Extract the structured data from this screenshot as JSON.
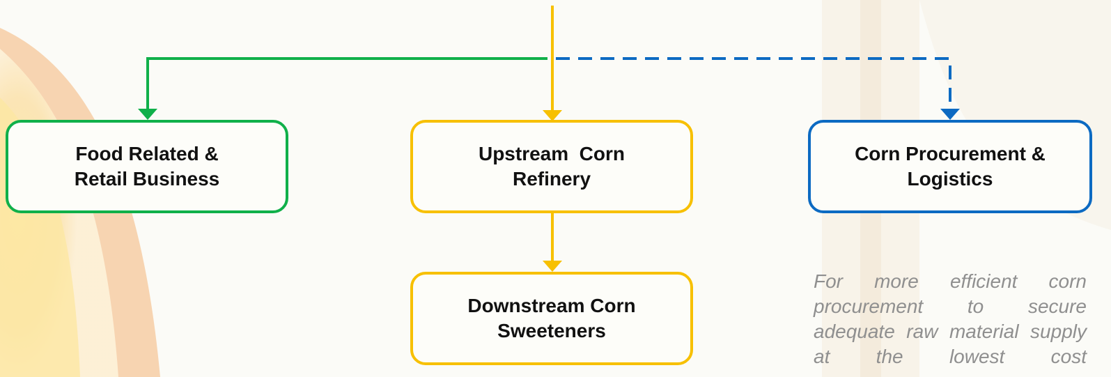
{
  "colors": {
    "green": "#10b04a",
    "yellow": "#f7c000",
    "blue": "#0c6ac2"
  },
  "nodes": {
    "food": {
      "line1": "Food Related &",
      "line2": "Retail Business"
    },
    "upstream": {
      "line1": "Upstream  Corn",
      "line2": "Refinery"
    },
    "procurement": {
      "line1": "Corn Procurement &",
      "line2": "Logistics"
    },
    "downstream": {
      "line1": "Downstream Corn",
      "line2": "Sweeteners"
    }
  },
  "note": {
    "text": "For more efficient corn procurement to secure adequate raw material supply at the lowest cost"
  }
}
